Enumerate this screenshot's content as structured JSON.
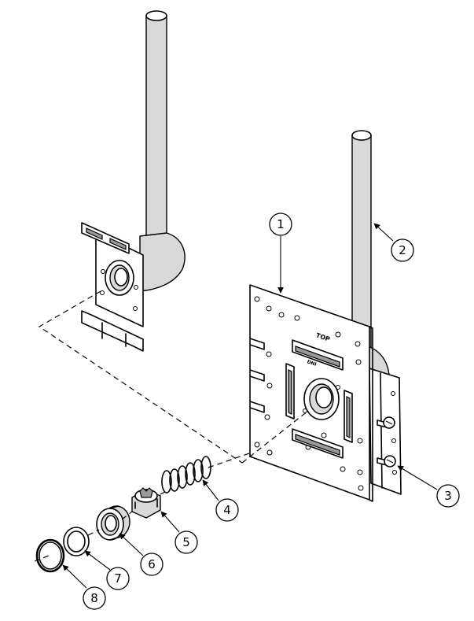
{
  "plate_marks": {
    "top": "TOP",
    "small": "DNI"
  },
  "callouts": [
    {
      "id": "1",
      "label": "1"
    },
    {
      "id": "2",
      "label": "2"
    },
    {
      "id": "3",
      "label": "3"
    },
    {
      "id": "4",
      "label": "4"
    },
    {
      "id": "5",
      "label": "5"
    },
    {
      "id": "6",
      "label": "6"
    },
    {
      "id": "7",
      "label": "7"
    },
    {
      "id": "8",
      "label": "8"
    }
  ]
}
